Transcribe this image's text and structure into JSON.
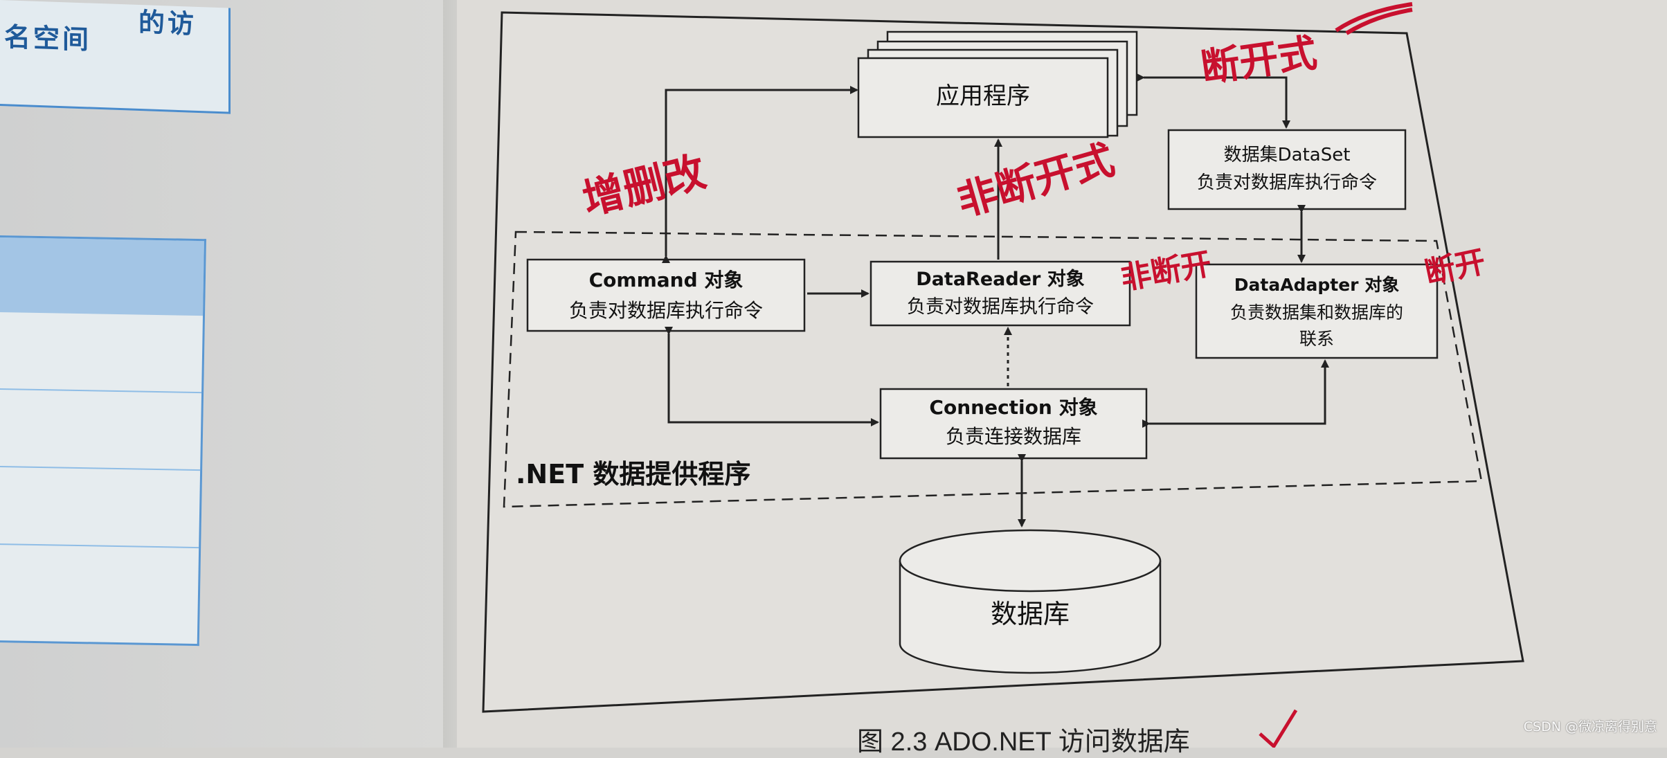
{
  "left_page": {
    "fragment_top": "的访",
    "fragment_bottom": "名空间"
  },
  "diagram": {
    "app": {
      "label": "应用程序"
    },
    "dataset": {
      "title": "数据集DataSet",
      "desc": "负责对数据库执行命令"
    },
    "command": {
      "title": "Command 对象",
      "desc": "负责对数据库执行命令"
    },
    "datareader": {
      "title": "DataReader 对象",
      "desc": "负责对数据库执行命令"
    },
    "dataadapter": {
      "title": "DataAdapter 对象",
      "desc1": "负责数据集和数据库的",
      "desc2": "联系"
    },
    "connection": {
      "title": "Connection 对象",
      "desc": "负责连接数据库"
    },
    "provider_label": ".NET 数据提供程序",
    "database": {
      "label": "数据库"
    }
  },
  "handwritten": {
    "note_right_top": "断开式",
    "note_left": "增删改",
    "note_center": "非断开式",
    "note_mid_right": "非断开",
    "note_far_right": "断开"
  },
  "caption": "图 2.3    ADO.NET 访问数据库",
  "watermark": "CSDN @微凉离得别意",
  "colors": {
    "ink_red": "#c8102e",
    "line": "#222222",
    "page": "#dedcd8"
  }
}
